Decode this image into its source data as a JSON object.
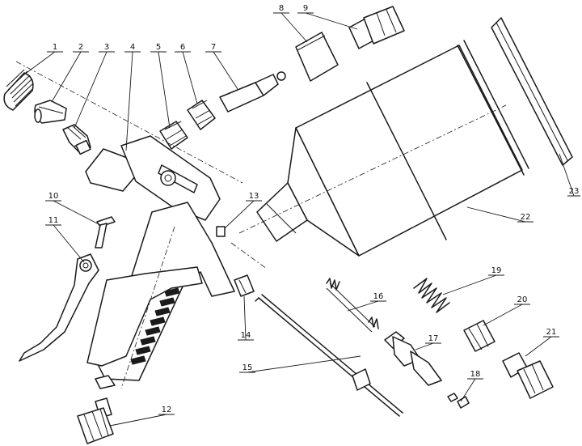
{
  "labels": [
    "1",
    "2",
    "3",
    "4",
    "5",
    "6",
    "7",
    "8",
    "9",
    "10",
    "11",
    "12",
    "13",
    "14",
    "15",
    "16",
    "17",
    "18",
    "19",
    "20",
    "21",
    "22",
    "23"
  ],
  "colors": {
    "line": "#1a1a1a",
    "background": "#ffffff"
  }
}
